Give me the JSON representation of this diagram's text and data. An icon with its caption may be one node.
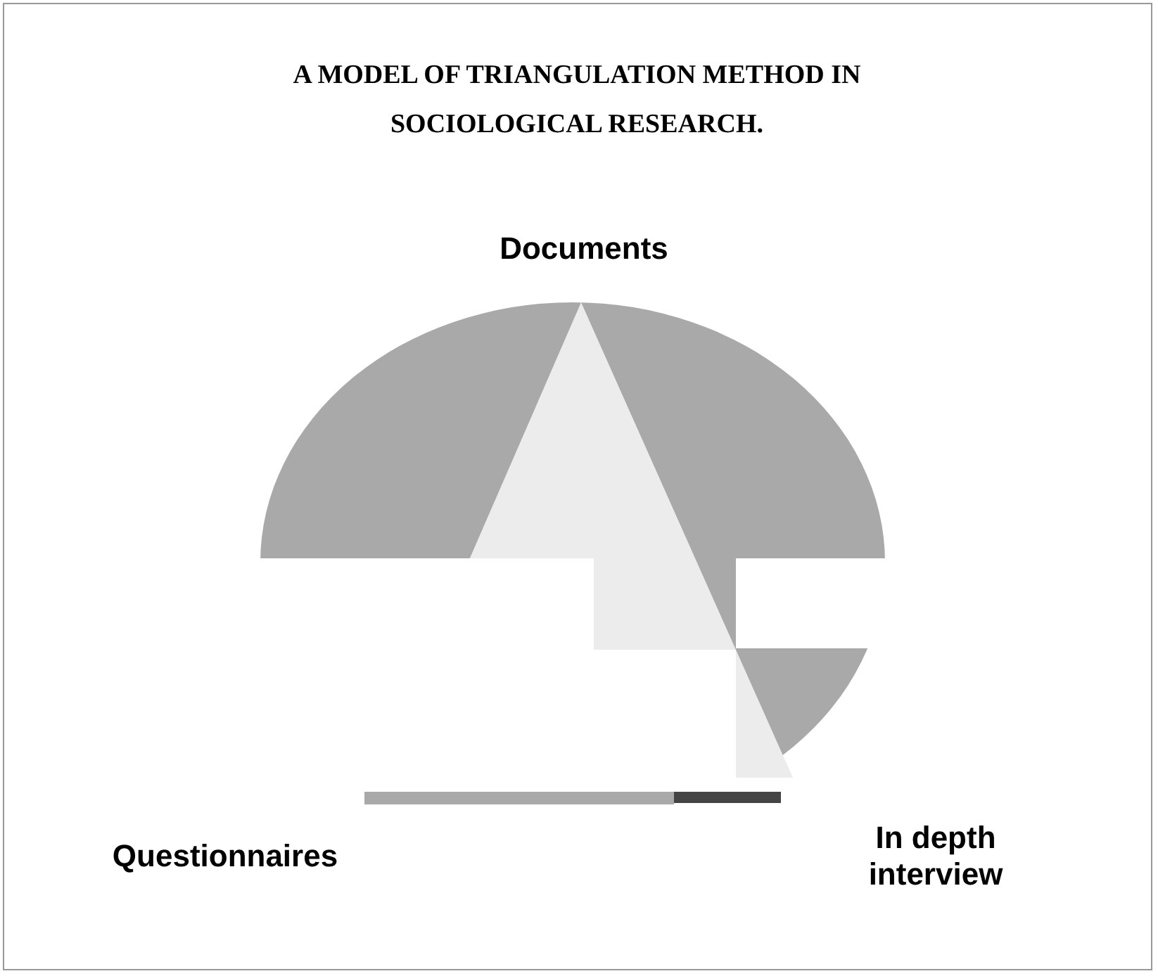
{
  "diagram": {
    "title": "A MODEL OF TRIANGULATION METHOD IN SOCIOLOGICAL RESEARCH.",
    "labels": [
      "Documents",
      "Questionnaires",
      "In depth interview"
    ]
  }
}
